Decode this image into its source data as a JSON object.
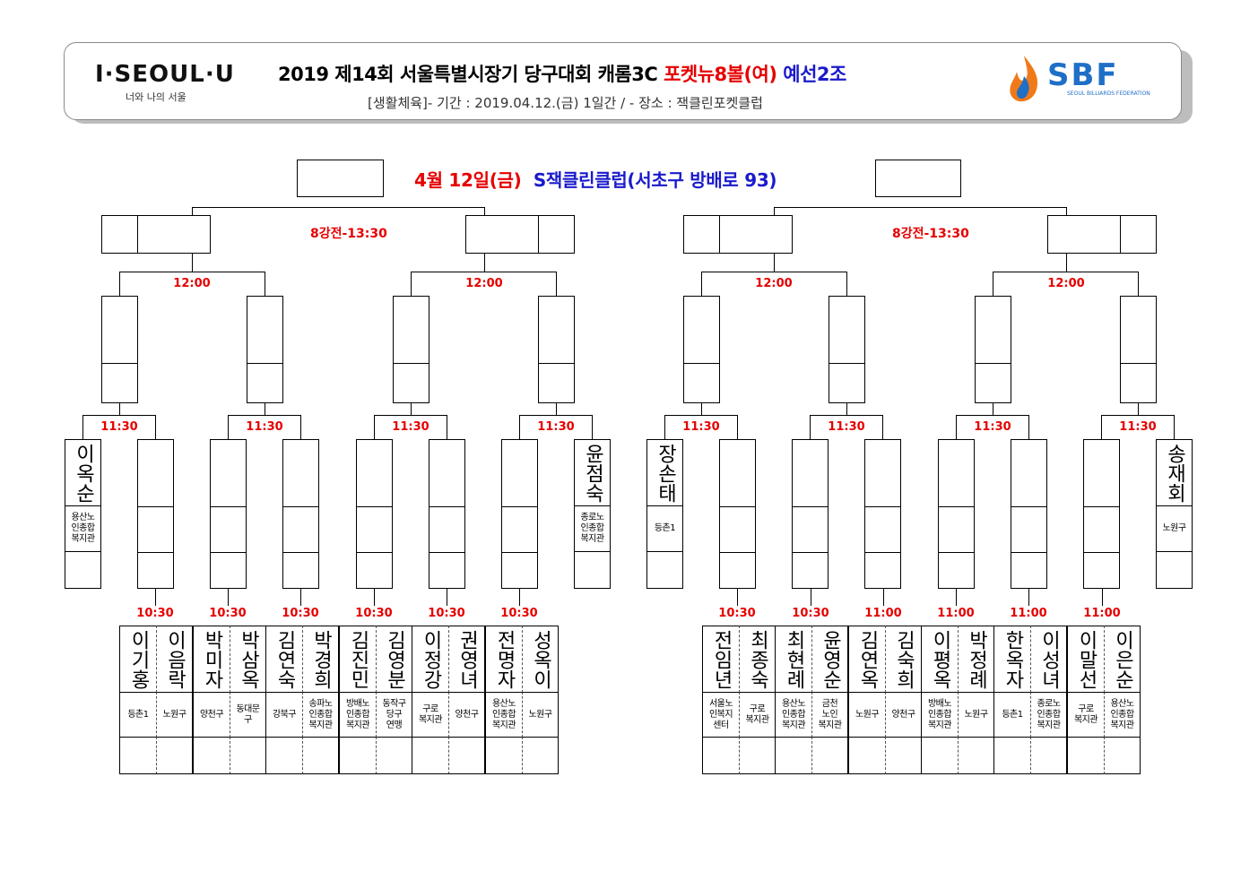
{
  "header": {
    "logo_text": "I·SEOUL·U",
    "logo_sub": "너와 나의 서울",
    "title_part1": "2019  제14회  서울특별시장기  당구대회  캐롬3C  ",
    "title_part2": "포켓뉴8볼(여)",
    "title_part3": "  예선2조",
    "subtitle": "[생활체육]-  기간  :  2019.04.12.(금)  1일간  /  -  장소  :  잭클린포켓클럽",
    "sbf_text": "SBF",
    "sbf_sub": "SEOUL BILLIARDS FEDERATION"
  },
  "venue": {
    "date": "4월  12일(금)",
    "place": "S잭클린클럽(서초구  방배로  93)"
  },
  "labels": {
    "qf_left": "8강전-13:30",
    "qf_right": "8강전-13:30",
    "t1200": "12:00",
    "t1130": "11:30",
    "t1030": "10:30",
    "t1100": "11:00"
  },
  "seeds": [
    {
      "name": "이옥순",
      "org": "용산노\n인종합\n복지관"
    },
    {
      "name": "윤점숙",
      "org": "종로노\n인종합\n복지관"
    },
    {
      "name": "장손태",
      "org": "등촌1"
    },
    {
      "name": "송재회",
      "org": "노원구"
    }
  ],
  "players_left": [
    {
      "name": "이기홍",
      "org": "등촌1"
    },
    {
      "name": "이음락",
      "org": "노원구"
    },
    {
      "name": "박미자",
      "org": "양천구"
    },
    {
      "name": "박삼옥",
      "org": "동대문\n구"
    },
    {
      "name": "김연숙",
      "org": "강북구"
    },
    {
      "name": "박경희",
      "org": "송파노\n인종합\n복지관"
    },
    {
      "name": "김진민",
      "org": "방배노\n인종합\n복지관"
    },
    {
      "name": "김영분",
      "org": "동작구\n당구\n연맹"
    },
    {
      "name": "이정강",
      "org": "구로\n복지관"
    },
    {
      "name": "권영녀",
      "org": "양천구"
    },
    {
      "name": "전명자",
      "org": "용산노\n인종합\n복지관"
    },
    {
      "name": "성옥이",
      "org": "노원구"
    }
  ],
  "players_right": [
    {
      "name": "전임년",
      "org": "서울노\n인복지\n센터"
    },
    {
      "name": "최종숙",
      "org": "구로\n복지관"
    },
    {
      "name": "최현례",
      "org": "용산노\n인종합\n복지관"
    },
    {
      "name": "윤영순",
      "org": "금천\n노인\n복지관"
    },
    {
      "name": "김연옥",
      "org": "노원구"
    },
    {
      "name": "김숙희",
      "org": "양천구"
    },
    {
      "name": "이평옥",
      "org": "방배노\n인종합\n복지관"
    },
    {
      "name": "박정례",
      "org": "노원구"
    },
    {
      "name": "한옥자",
      "org": "등촌1"
    },
    {
      "name": "이성녀",
      "org": "종로노\n인종합\n복지관"
    },
    {
      "name": "이말선",
      "org": "구로\n복지관"
    },
    {
      "name": "이은순",
      "org": "용산노\n인종합\n복지관"
    }
  ]
}
